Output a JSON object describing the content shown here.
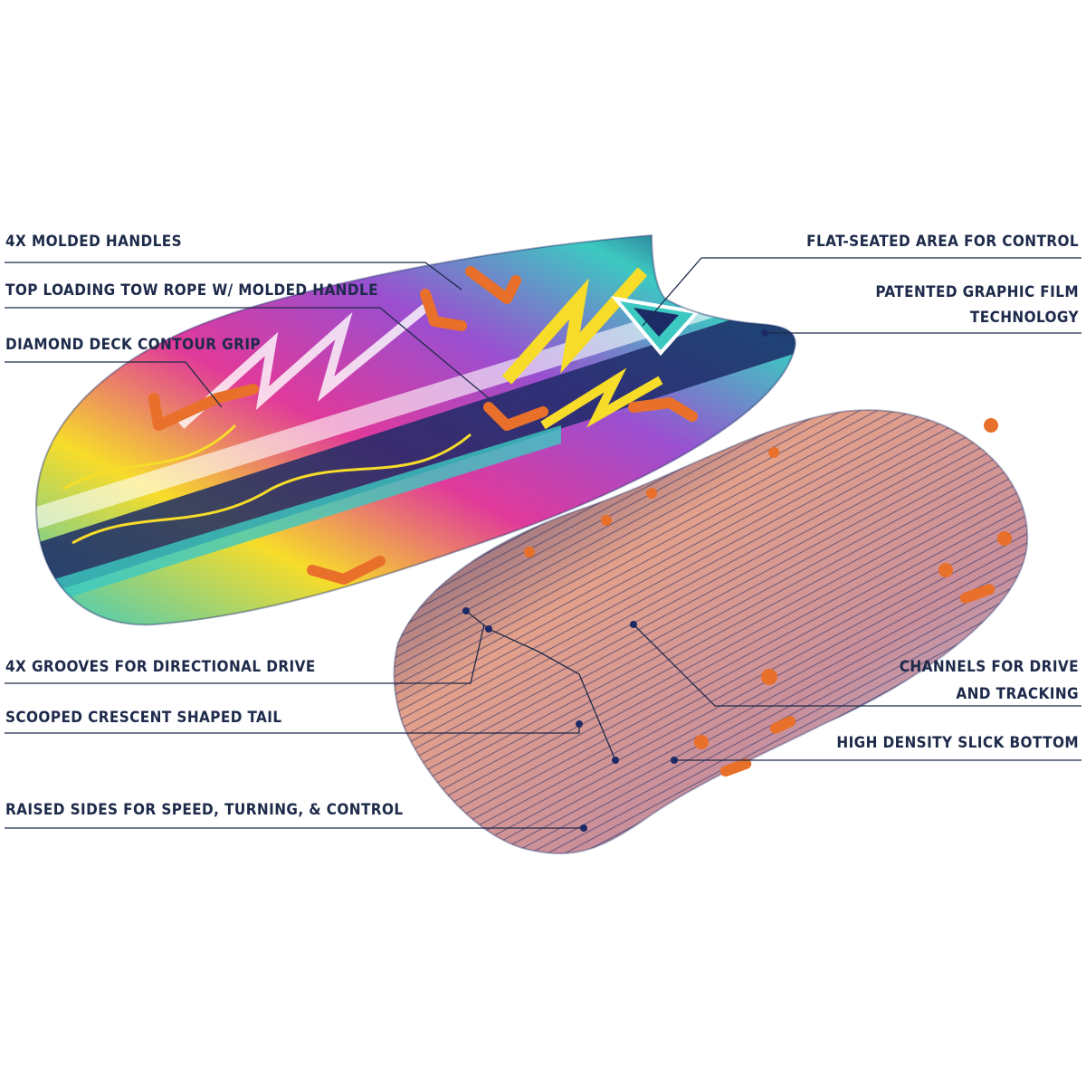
{
  "callouts_left": [
    {
      "id": "molded-handles",
      "text": "4X MOLDED HANDLES"
    },
    {
      "id": "tow-rope",
      "text": "TOP LOADING TOW ROPE W/ MOLDED HANDLE"
    },
    {
      "id": "diamond-deck",
      "text": "DIAMOND DECK CONTOUR GRIP"
    },
    {
      "id": "grooves",
      "text": "4X GROOVES FOR DIRECTIONAL DRIVE"
    },
    {
      "id": "crescent-tail",
      "text": "SCOOPED CRESCENT SHAPED TAIL"
    },
    {
      "id": "raised-sides",
      "text": "RAISED SIDES FOR SPEED, TURNING, & CONTROL"
    }
  ],
  "callouts_right": [
    {
      "id": "flat-seated",
      "lines": [
        "FLAT-SEATED AREA FOR CONTROL"
      ]
    },
    {
      "id": "graphic-film",
      "lines": [
        "PATENTED GRAPHIC FILM",
        "TECHNOLOGY"
      ]
    },
    {
      "id": "channels",
      "lines": [
        "CHANNELS FOR DRIVE",
        "AND TRACKING"
      ]
    },
    {
      "id": "slick-bottom",
      "lines": [
        "HIGH DENSITY SLICK BOTTOM"
      ]
    }
  ],
  "colors": {
    "ink": "#1d2a4a",
    "handle": "#e8702a",
    "navy": "#1c2a66",
    "magenta": "#e0399a",
    "teal": "#3cc9c2",
    "yellow": "#f7dc2a",
    "violet": "#9a4fd0",
    "bottom_pink": "#e3a08a",
    "bottom_blue": "#a9b9e6"
  },
  "icons": [
    "top-deck-sled",
    "bottom-deck-sled",
    "molded-handle",
    "leader-dot"
  ]
}
